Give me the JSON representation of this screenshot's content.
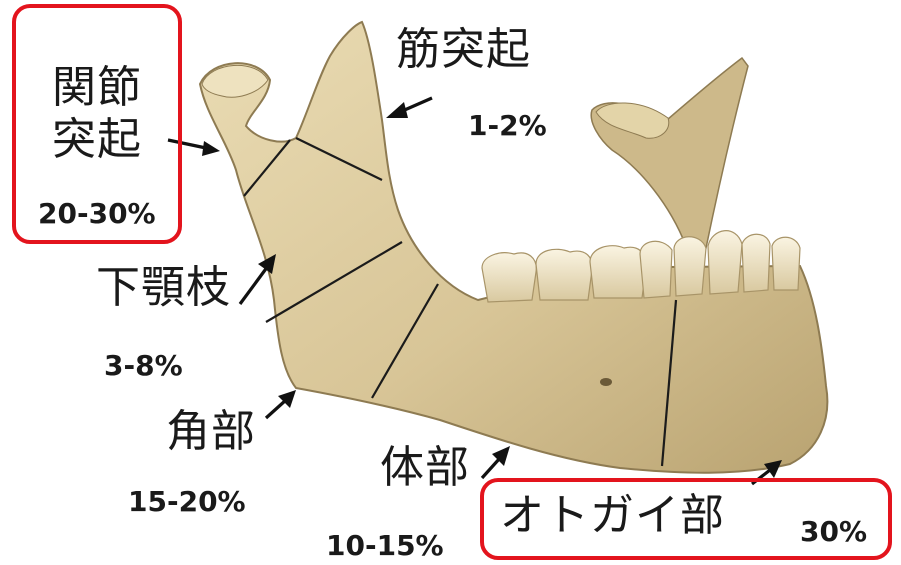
{
  "regions": {
    "condylar": {
      "name_line1": "関節",
      "name_line2": "突起",
      "pct": "20-30%"
    },
    "coronoid": {
      "name": "筋突起",
      "pct": "1-2%"
    },
    "ramus": {
      "name": "下顎枝",
      "pct": "3-8%"
    },
    "angle": {
      "name": "角部",
      "pct": "15-20%"
    },
    "body": {
      "name": "体部",
      "pct": "10-15%"
    },
    "symphysis": {
      "name": "オトガイ部",
      "pct": "30%"
    }
  },
  "colors": {
    "highlight_box": "#e3141d",
    "bone_light": "#e6d7ad",
    "bone_mid": "#cdb98a",
    "bone_dark": "#9f8a5c",
    "tooth": "#f3ead2",
    "text": "#1a1a1a"
  }
}
